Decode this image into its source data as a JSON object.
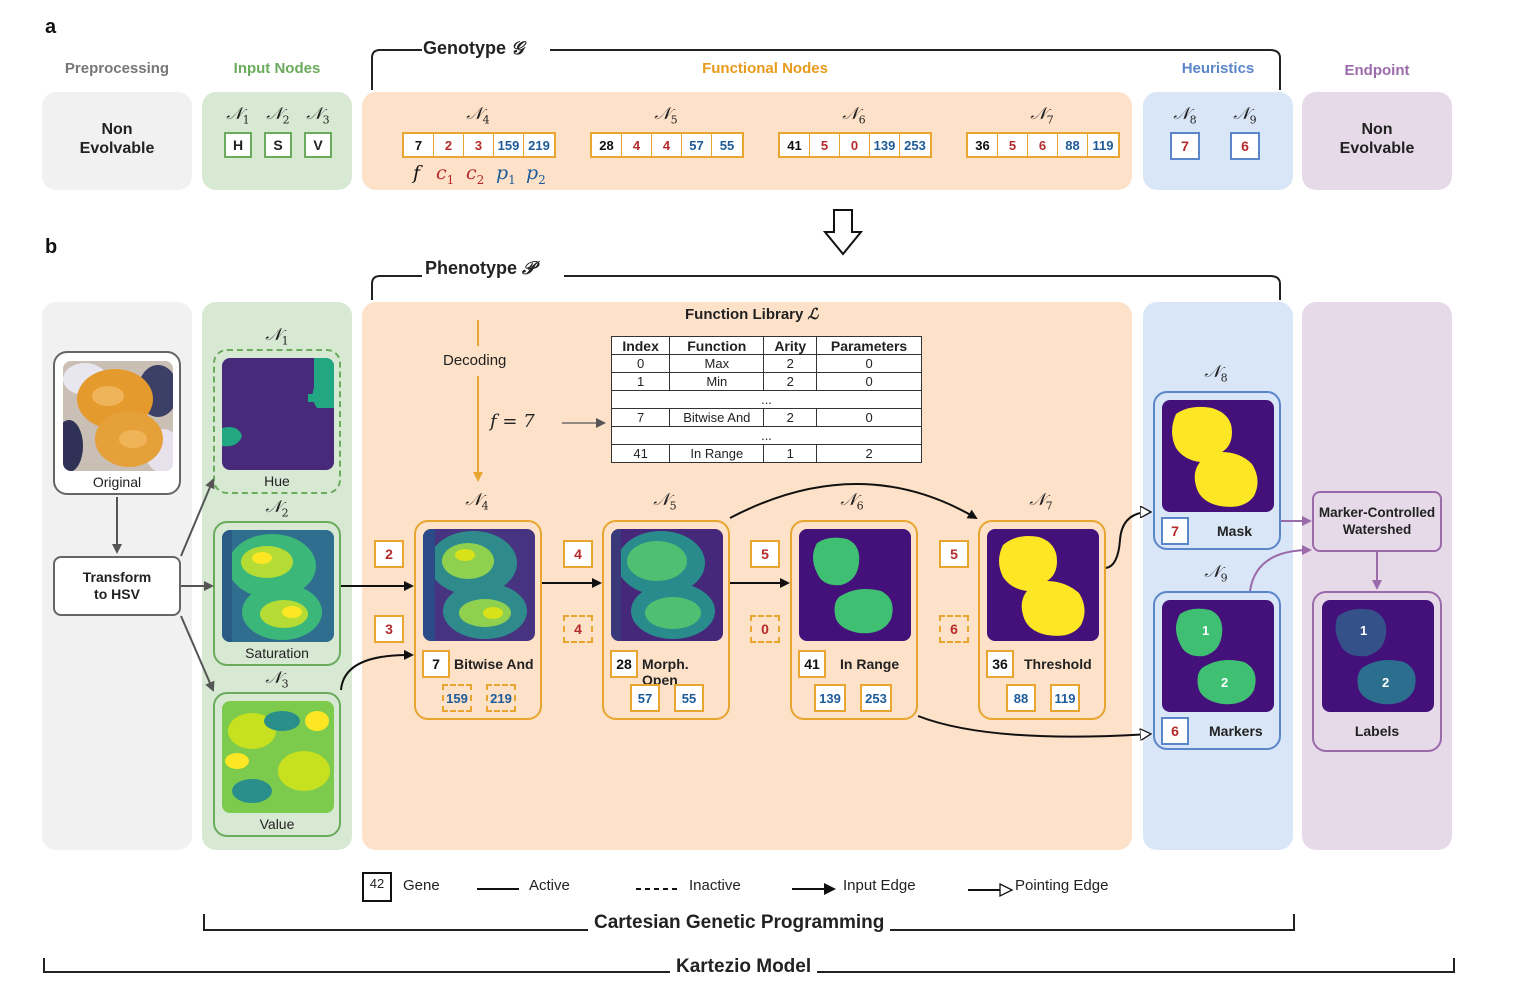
{
  "panel_labels": {
    "a": "a",
    "b": "b"
  },
  "genotype": {
    "title": "Genotype",
    "symbol": "𝒢"
  },
  "phenotype": {
    "title": "Phenotype",
    "symbol": "𝒫"
  },
  "sections": {
    "preprocessing": "Preprocessing",
    "input_nodes": "Input Nodes",
    "functional_nodes": "Functional Nodes",
    "heuristics": "Heuristics",
    "endpoint": "Endpoint",
    "non_evolvable": "Non\nEvolvable"
  },
  "colors": {
    "gray": "#f1f1f1",
    "green": "#d7e8d3",
    "orange": "#fde1c8",
    "blue": "#d9e6f7",
    "purple": "#e6dae9",
    "green_text": "#6aab5c",
    "orange_text": "#e89a1c",
    "blue_text": "#5b86c9",
    "purple_text": "#9b6aaa",
    "function_gene": "#111111",
    "connection_gene": "#b52a2a",
    "parameter_gene": "#1f5b99"
  },
  "input_nodes": [
    {
      "label": "N1",
      "gene": "H"
    },
    {
      "label": "N2",
      "gene": "S"
    },
    {
      "label": "N3",
      "gene": "V"
    }
  ],
  "functional_nodes": [
    {
      "label": "N4",
      "genes": [
        "7",
        "2",
        "3",
        "159",
        "219"
      ]
    },
    {
      "label": "N5",
      "genes": [
        "28",
        "4",
        "4",
        "57",
        "55"
      ]
    },
    {
      "label": "N6",
      "genes": [
        "41",
        "5",
        "0",
        "139",
        "253"
      ]
    },
    {
      "label": "N7",
      "genes": [
        "36",
        "5",
        "6",
        "88",
        "119"
      ]
    }
  ],
  "gene_legend": [
    "f",
    "c1",
    "c2",
    "p1",
    "p2"
  ],
  "heuristic_nodes": [
    {
      "label": "N8",
      "gene": "7"
    },
    {
      "label": "N9",
      "gene": "6"
    }
  ],
  "preprocess": {
    "original": "Original",
    "transform": "Transform\nto HSV"
  },
  "channels": [
    {
      "label": "N1",
      "caption": "Hue"
    },
    {
      "label": "N2",
      "caption": "Saturation"
    },
    {
      "label": "N3",
      "caption": "Value"
    }
  ],
  "decoding": {
    "label": "Decoding",
    "f_eq": "f = 7"
  },
  "library": {
    "title": "Function Library",
    "symbol": "ℒ",
    "headers": [
      "Index",
      "Function",
      "Arity",
      "Parameters"
    ],
    "rows": [
      [
        "0",
        "Max",
        "2",
        "0"
      ],
      [
        "1",
        "Min",
        "2",
        "0"
      ],
      [
        "...",
        "",
        "",
        ""
      ],
      [
        "7",
        "Bitwise And",
        "2",
        "0"
      ],
      [
        "...",
        "",
        "",
        ""
      ],
      [
        "41",
        "In Range",
        "1",
        "2"
      ]
    ]
  },
  "phenotype_nodes": [
    {
      "label": "N4",
      "in1": "2",
      "in2": "3",
      "fn": "7",
      "name": "Bitwise And",
      "p1": "159",
      "p2": "219",
      "in2_inactive": false,
      "params_inactive": true
    },
    {
      "label": "N5",
      "in1": "4",
      "in2": "4",
      "fn": "28",
      "name": "Morph. Open",
      "p1": "57",
      "p2": "55",
      "in2_inactive": true,
      "params_inactive": false
    },
    {
      "label": "N6",
      "in1": "5",
      "in2": "0",
      "fn": "41",
      "name": "In Range",
      "p1": "139",
      "p2": "253",
      "in2_inactive": true,
      "params_inactive": false
    },
    {
      "label": "N7",
      "in1": "5",
      "in2": "6",
      "fn": "36",
      "name": "Threshold",
      "p1": "88",
      "p2": "119",
      "in2_inactive": true,
      "params_inactive": false
    }
  ],
  "heuristic_outputs": [
    {
      "label": "N8",
      "gene": "7",
      "name": "Mask"
    },
    {
      "label": "N9",
      "gene": "6",
      "name": "Markers"
    }
  ],
  "endpoint": {
    "watershed": "Marker-Controlled\nWatershed",
    "labels": "Labels",
    "marker1": "1",
    "marker2": "2"
  },
  "legend": {
    "gene_example": "42",
    "gene": "Gene",
    "active": "Active",
    "inactive": "Inactive",
    "input_edge": "Input Edge",
    "pointing_edge": "Pointing Edge"
  },
  "brackets": {
    "cgp": "Cartesian Genetic Programming",
    "model": "Kartezio Model"
  }
}
